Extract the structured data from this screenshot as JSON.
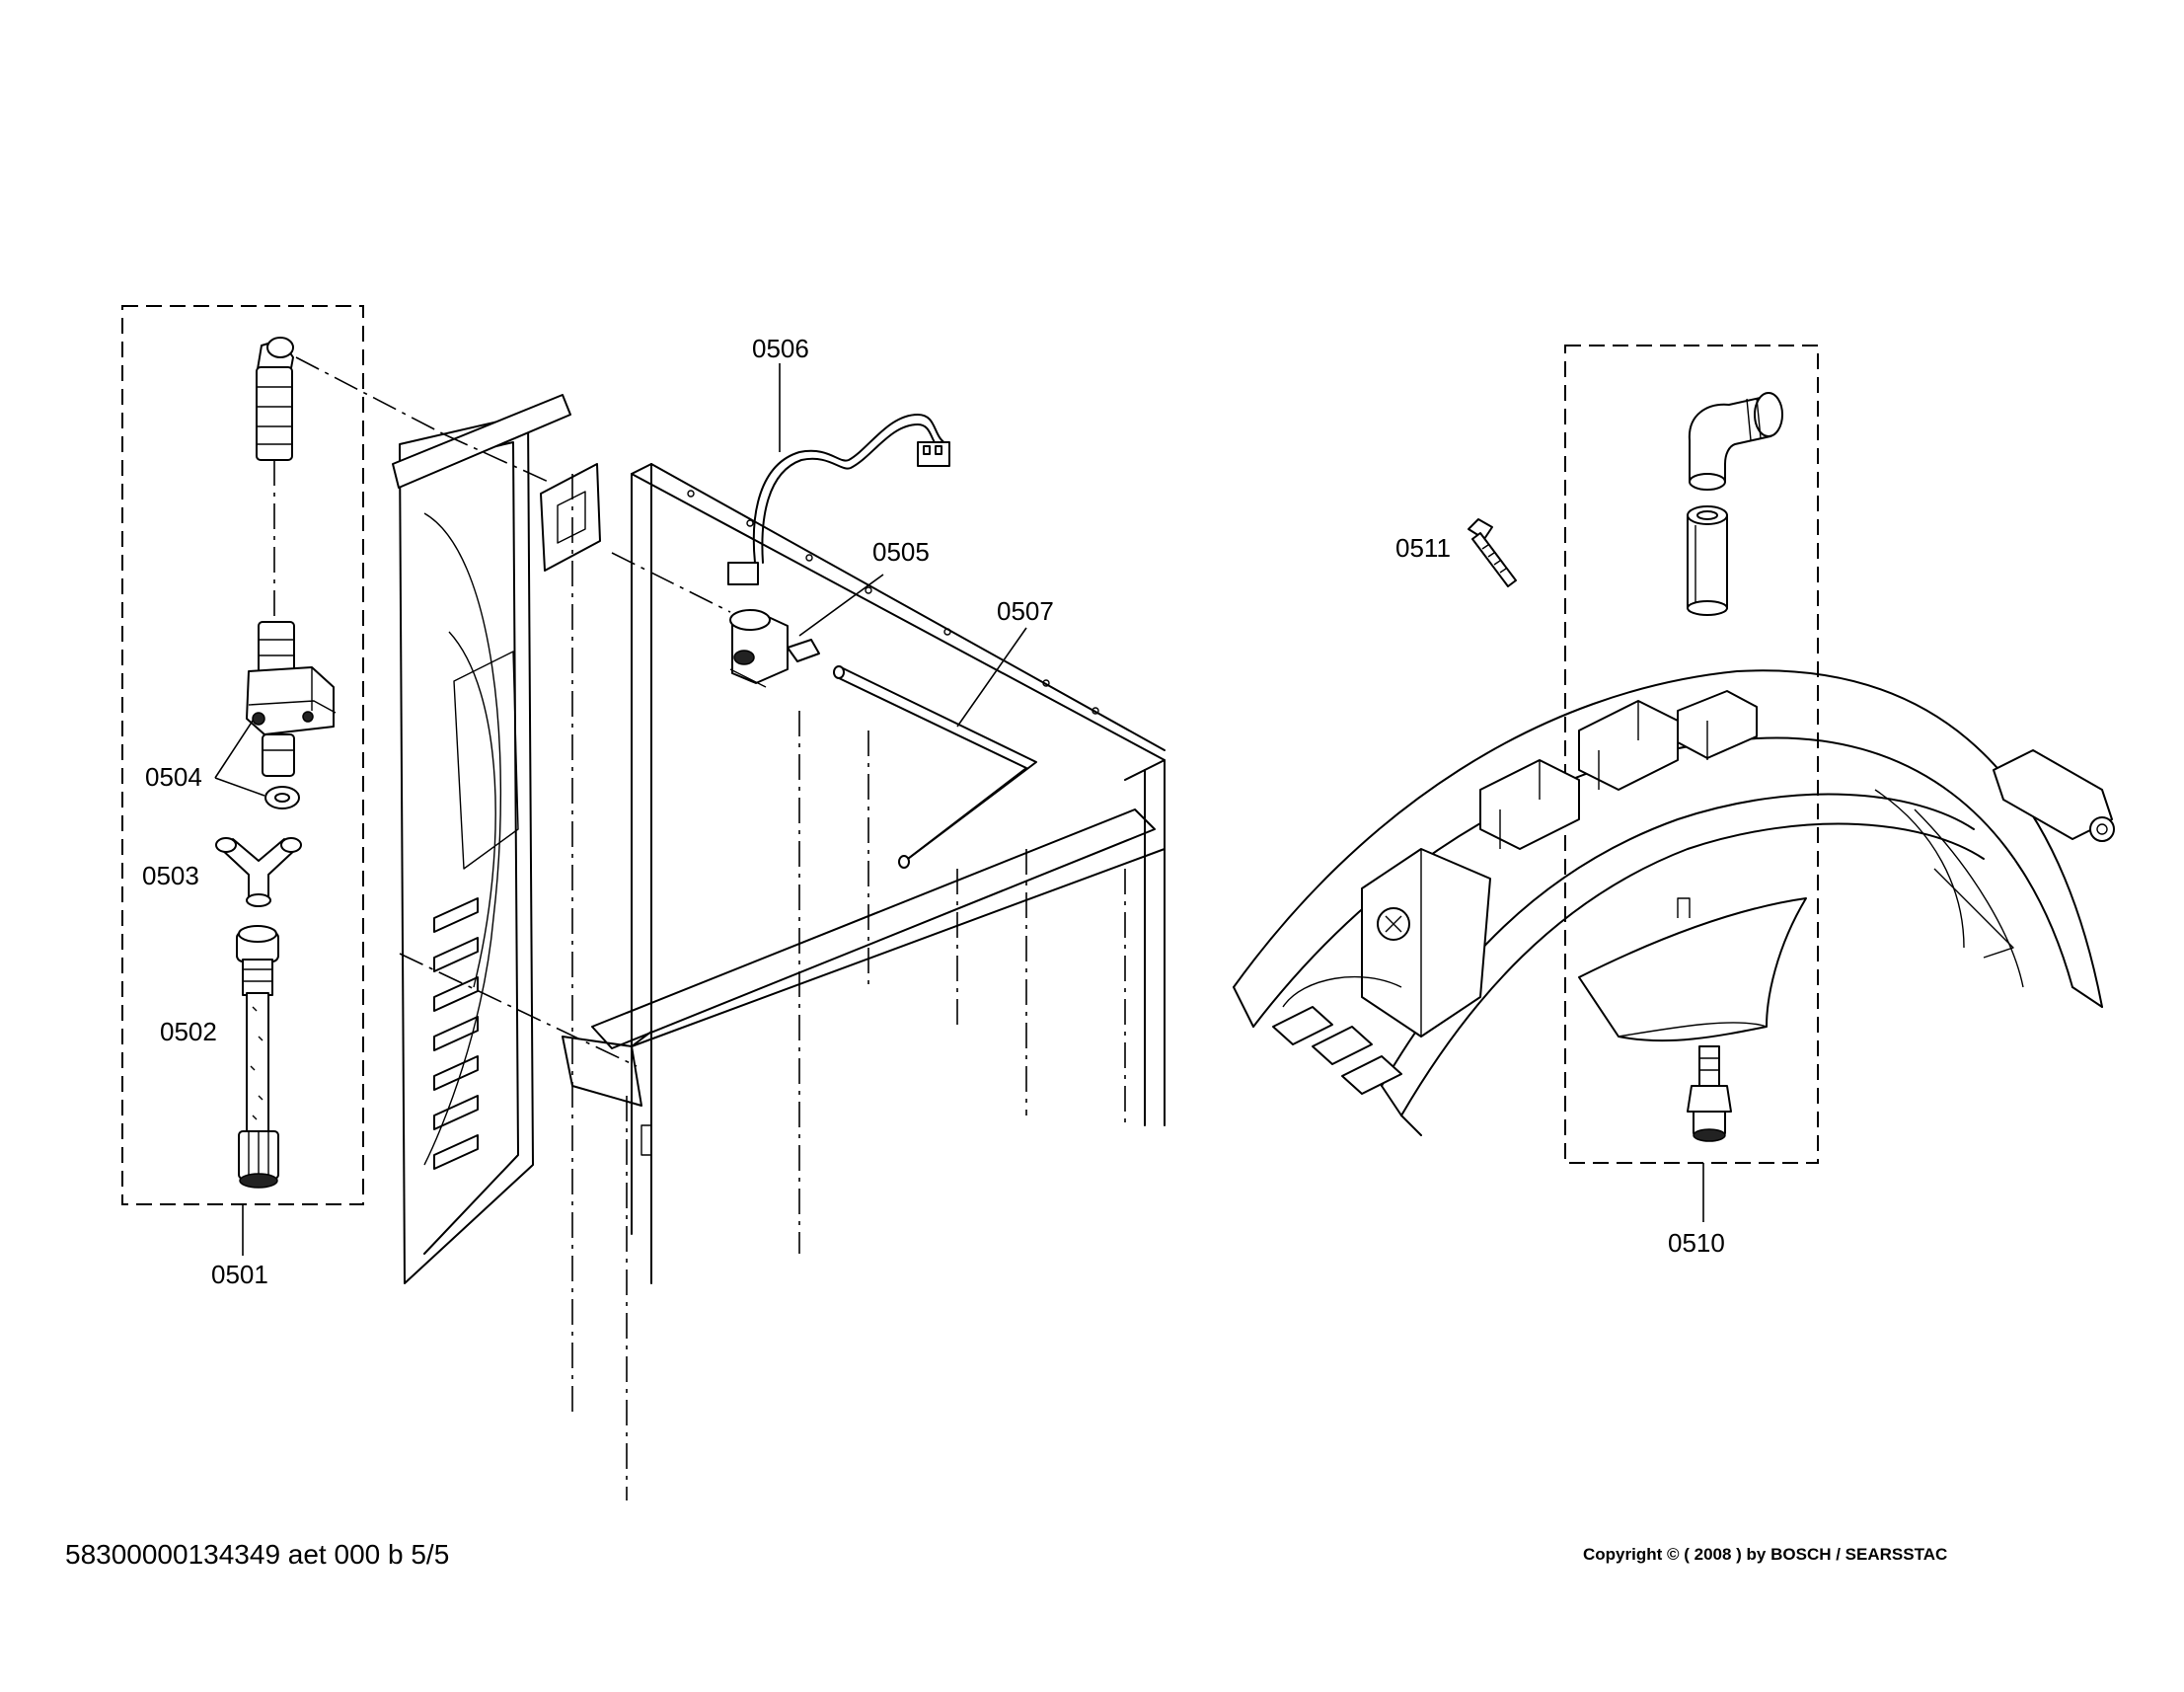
{
  "callouts": {
    "c0501": "0501",
    "c0502": "0502",
    "c0503": "0503",
    "c0504": "0504",
    "c0505": "0505",
    "c0506": "0506",
    "c0507": "0507",
    "c0510": "0510",
    "c0511": "0511"
  },
  "footer": {
    "document_id": "58300000134349 aet 000 b 5/5",
    "copyright": "Copyright © ( 2008 ) by BOSCH  / SEARSSTAC"
  }
}
